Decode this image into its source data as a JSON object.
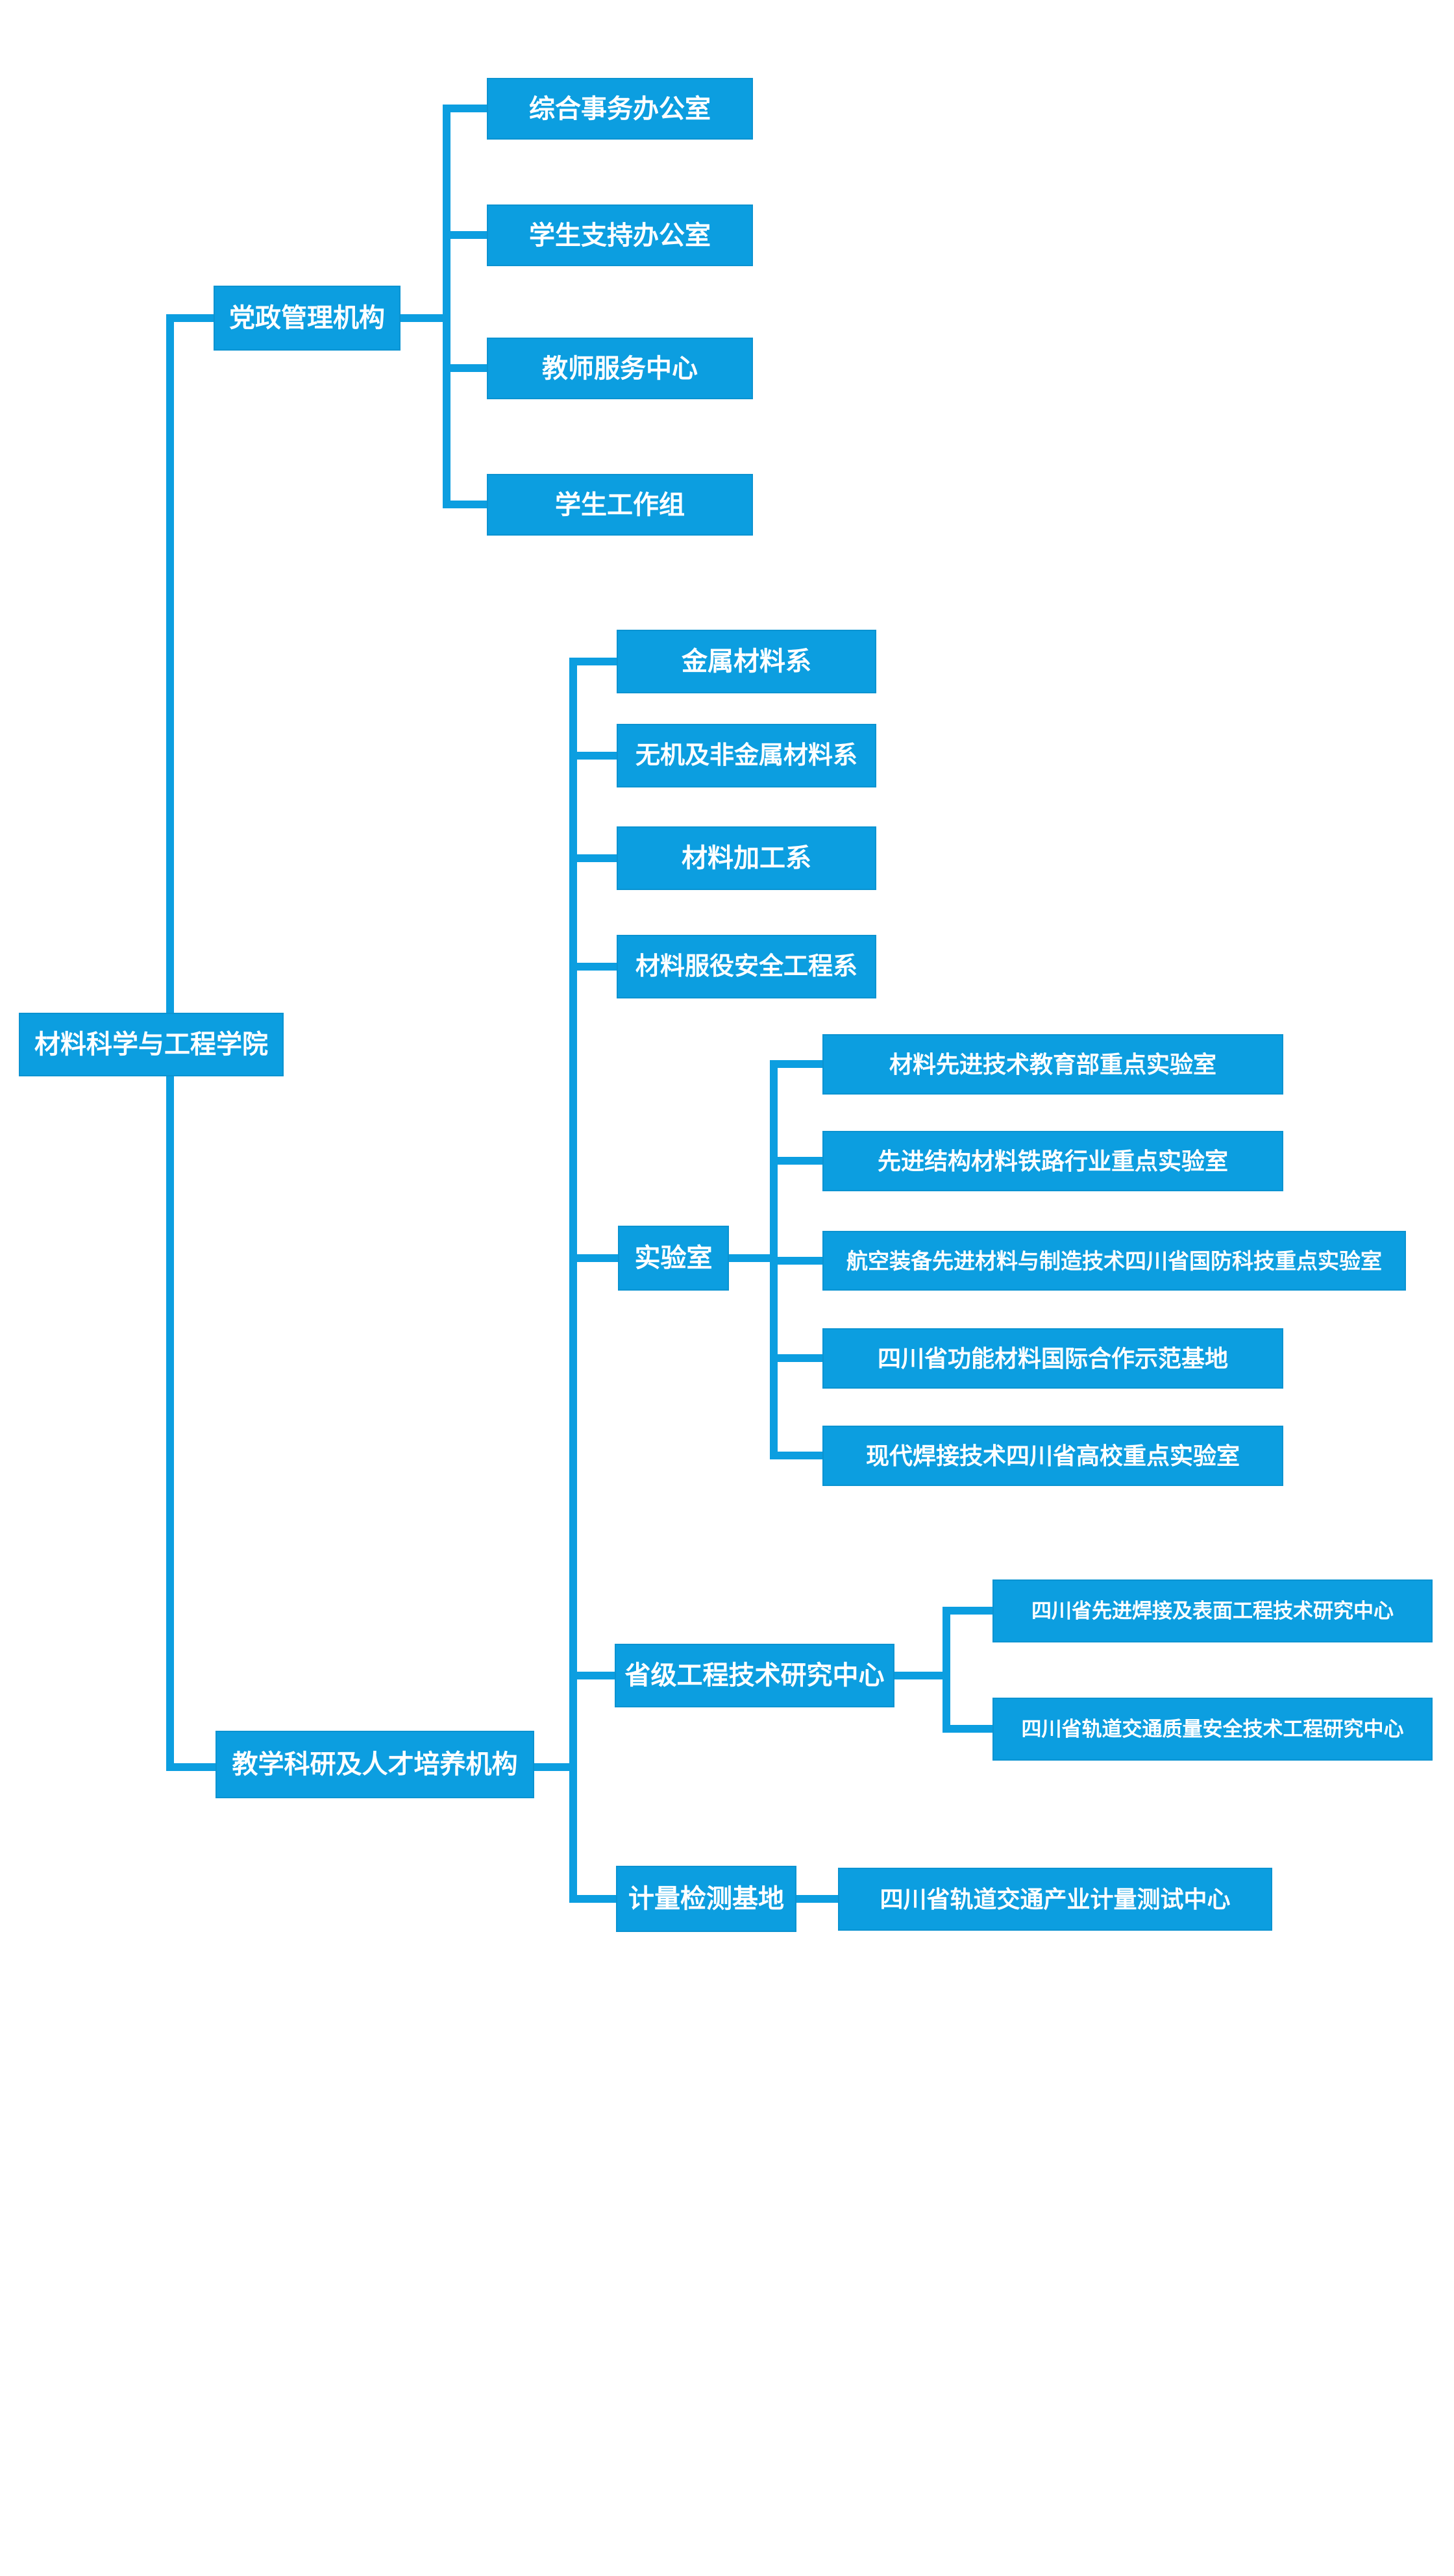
{
  "palette": {
    "node_blue": "#0C9EE0",
    "node_border": "#0A93D1",
    "node_text": "#FFFFFF",
    "background": "#FFFFFF"
  },
  "org": {
    "root": "材料科学与工程学院",
    "admin": {
      "label": "党政管理机构",
      "children": [
        "综合事务办公室",
        "学生支持办公室",
        "教师服务中心",
        "学生工作组"
      ]
    },
    "academic": {
      "label": "教学科研及人才培养机构",
      "departments": [
        "金属材料系",
        "无机及非金属材料系",
        "材料加工系",
        "材料服役安全工程系"
      ],
      "labs": {
        "label": "实验室",
        "children": [
          "材料先进技术教育部重点实验室",
          "先进结构材料铁路行业重点实验室",
          "航空装备先进材料与制造技术四川省国防科技重点实验室",
          "四川省功能材料国际合作示范基地",
          "现代焊接技术四川省高校重点实验室"
        ]
      },
      "centers": {
        "label": "省级工程技术研究中心",
        "children": [
          "四川省先进焊接及表面工程技术研究中心",
          "四川省轨道交通质量安全技术工程研究中心"
        ]
      },
      "metrology": {
        "label": "计量检测基地",
        "children": [
          "四川省轨道交通产业计量测试中心"
        ]
      }
    }
  }
}
